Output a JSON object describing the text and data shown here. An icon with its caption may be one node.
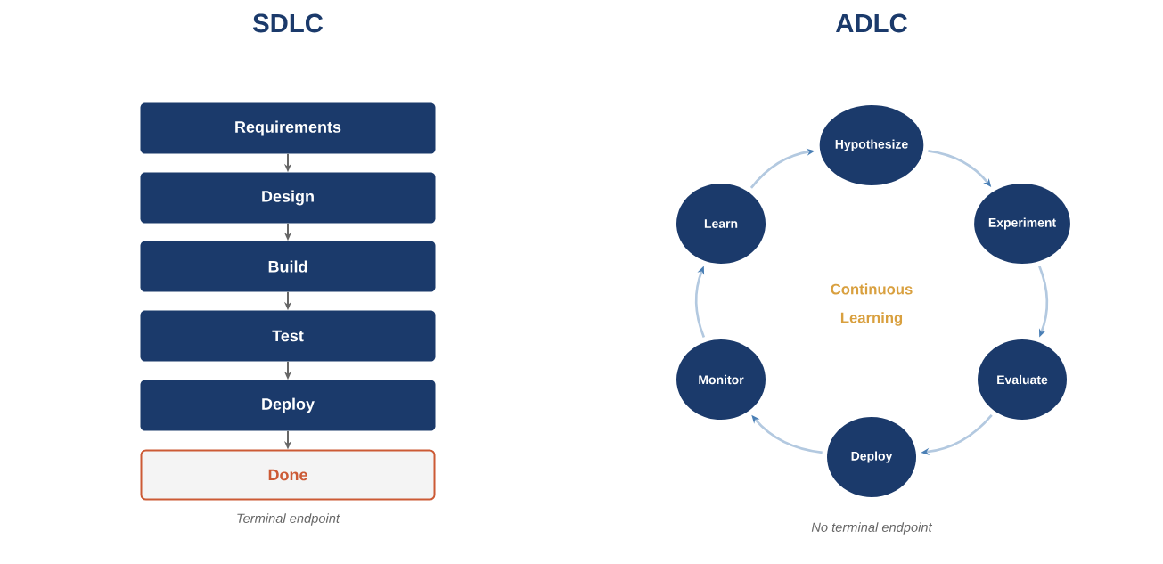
{
  "diagram": {
    "nodes": [
      {
        "text": [
          "Requirements"
        ]
      },
      {
        "text": [
          "Design"
        ]
      },
      {
        "text": [
          "Build"
        ]
      },
      {
        "text": [
          "Test"
        ]
      },
      {
        "text": [
          "Deploy"
        ]
      },
      {
        "text": [
          "Done"
        ],
        "beside": [
          "Terminal endpoint"
        ]
      },
      {
        "text": [
          "Hypothesize"
        ]
      },
      {
        "text": [
          "Experiment"
        ]
      },
      {
        "text": [
          "Evaluate"
        ]
      },
      {
        "text": [
          "Deploy"
        ]
      },
      {
        "text": [
          "Monitor"
        ]
      },
      {
        "text": [
          "Learn"
        ]
      }
    ],
    "edges": [
      {
        "from": 0,
        "to": 1,
        "arrow": "to",
        "color": "#666666"
      },
      {
        "from": 1,
        "to": 2,
        "arrow": "to",
        "color": "#666666"
      },
      {
        "from": 2,
        "to": 3,
        "arrow": "to",
        "color": "#666666"
      },
      {
        "from": 3,
        "to": 4,
        "arrow": "to",
        "color": "#666666"
      },
      {
        "from": 4,
        "to": 5,
        "arrow": "to",
        "color": "#666666"
      },
      {
        "from": 6,
        "to": 7,
        "arrow": "to"
      },
      {
        "from": 7,
        "to": 8,
        "arrow": "to"
      },
      {
        "from": 8,
        "to": 9,
        "arrow": "to"
      },
      {
        "from": 9,
        "to": 10,
        "arrow": "to"
      },
      {
        "from": 10,
        "to": 11,
        "arrow": "to"
      },
      {
        "from": 11,
        "to": 6,
        "arrow": "to"
      }
    ],
    "labels": [
      "SDLC",
      "ADLC",
      "Continuous Learning",
      "No terminal endpoint"
    ]
  }
}
